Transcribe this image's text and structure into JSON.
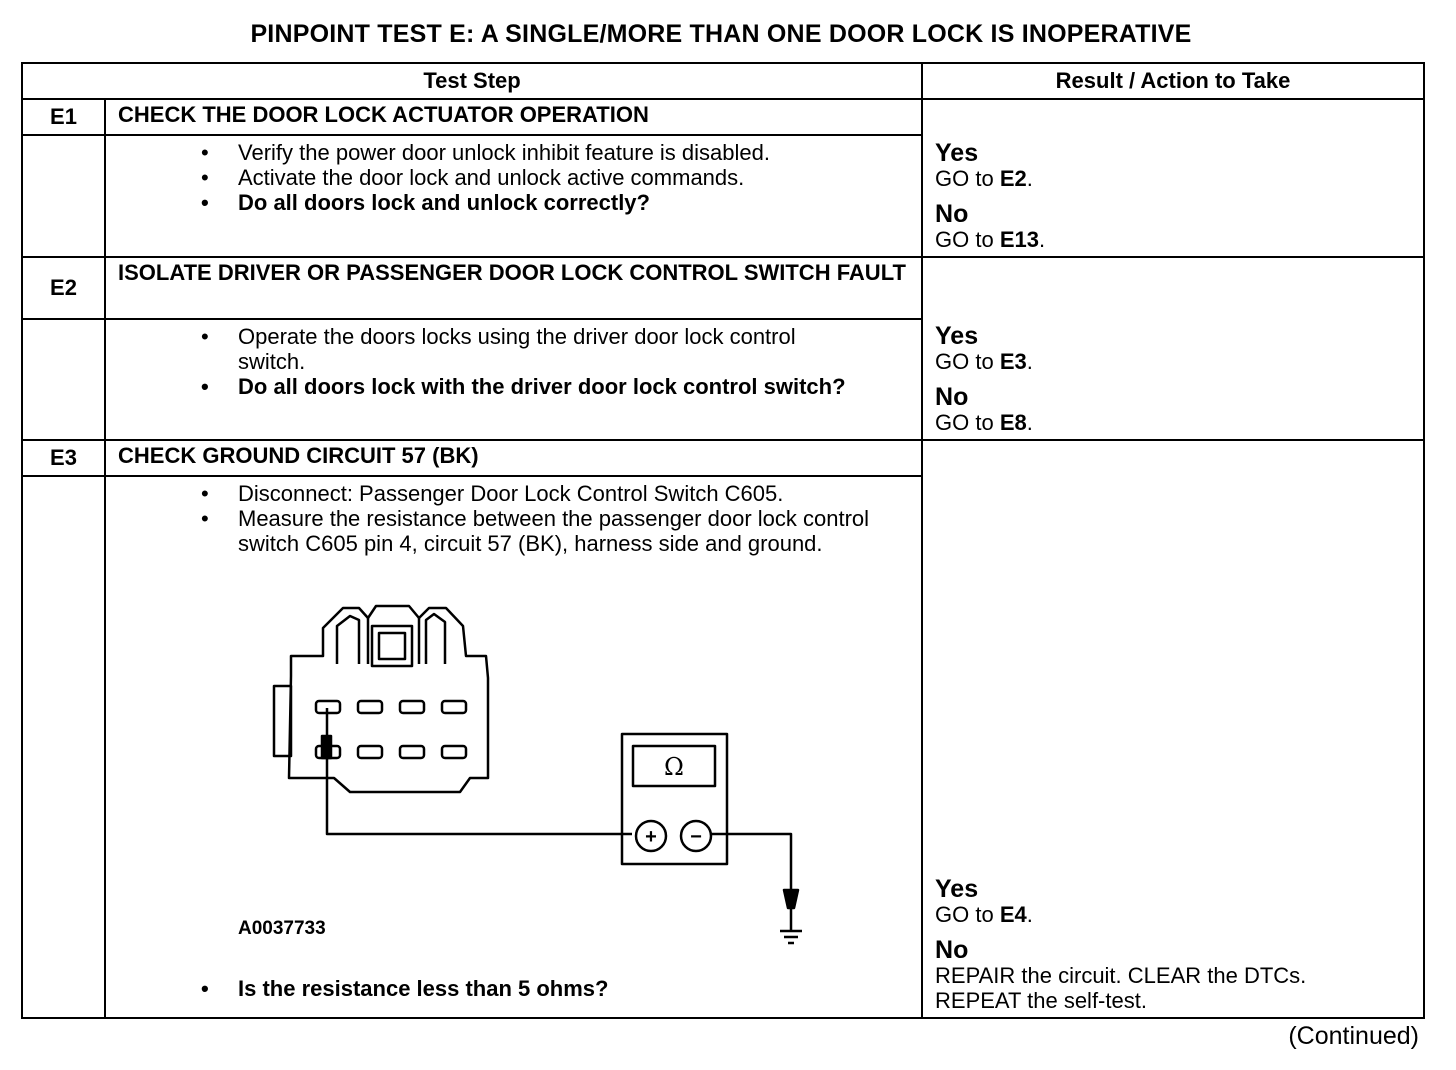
{
  "title": "PINPOINT TEST  E: A SINGLE/MORE THAN ONE DOOR LOCK IS INOPERATIVE",
  "headers": {
    "test_step": "Test Step",
    "result": "Result / Action to Take"
  },
  "steps": [
    {
      "id": "E1",
      "heading": "CHECK THE DOOR LOCK ACTUATOR OPERATION",
      "bullets": [
        "Verify the power door unlock inhibit feature is disabled.",
        "Activate the door lock and unlock active commands."
      ],
      "question": "Do all doors lock and unlock correctly?",
      "yes_label": "Yes",
      "yes_prefix": "GO to ",
      "yes_target": "E2",
      "yes_suffix": ".",
      "no_label": "No",
      "no_prefix": "GO to ",
      "no_target": "E13",
      "no_suffix": "."
    },
    {
      "id": "E2",
      "heading": "ISOLATE DRIVER OR PASSENGER DOOR LOCK CONTROL SWITCH FAULT",
      "bullets": [
        "Operate the doors locks using the driver door lock control switch."
      ],
      "question": "Do all doors lock with the driver door lock control switch?",
      "yes_label": "Yes",
      "yes_prefix": "GO to ",
      "yes_target": "E3",
      "yes_suffix": ".",
      "no_label": "No",
      "no_prefix": "GO to ",
      "no_target": "E8",
      "no_suffix": "."
    },
    {
      "id": "E3",
      "heading": "CHECK GROUND CIRCUIT 57 (BK)",
      "bullets": [
        "Disconnect: Passenger Door Lock Control Switch C605.",
        "Measure the resistance between the passenger door lock control switch C605 pin 4, circuit 57 (BK), harness side and ground."
      ],
      "figure_id": "A0037733",
      "meter_symbol": "Ω",
      "plus_symbol": "+",
      "minus_symbol": "−",
      "question": "Is the resistance less than 5 ohms?",
      "yes_label": "Yes",
      "yes_prefix": "GO to ",
      "yes_target": "E4",
      "yes_suffix": ".",
      "no_label": "No",
      "no_line1": "REPAIR the circuit. CLEAR the DTCs.",
      "no_line2": "REPEAT the self-test."
    }
  ],
  "continued": "(Continued)"
}
